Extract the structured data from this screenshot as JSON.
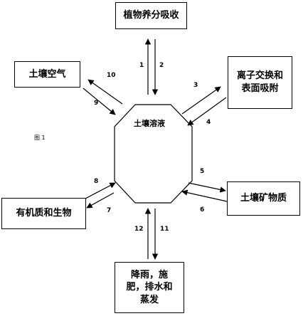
{
  "center": {
    "label": "土壤溶液"
  },
  "figure_label": "图 1",
  "boxes": {
    "top": "植物养分吸收",
    "top_right": "离子交换和\n表面吸附",
    "top_left": "土壤空气",
    "right": "土壤矿物质",
    "left": "有机质和生物",
    "bottom": "降雨，施\n肥，排水和\n蒸发"
  },
  "arrows": {
    "a1": "1",
    "a2": "2",
    "a3": "3",
    "a4": "4",
    "a5": "5",
    "a6": "6",
    "a7": "7",
    "a8": "8",
    "a9": "9",
    "a10": "10",
    "a11": "11",
    "a12": "12"
  }
}
